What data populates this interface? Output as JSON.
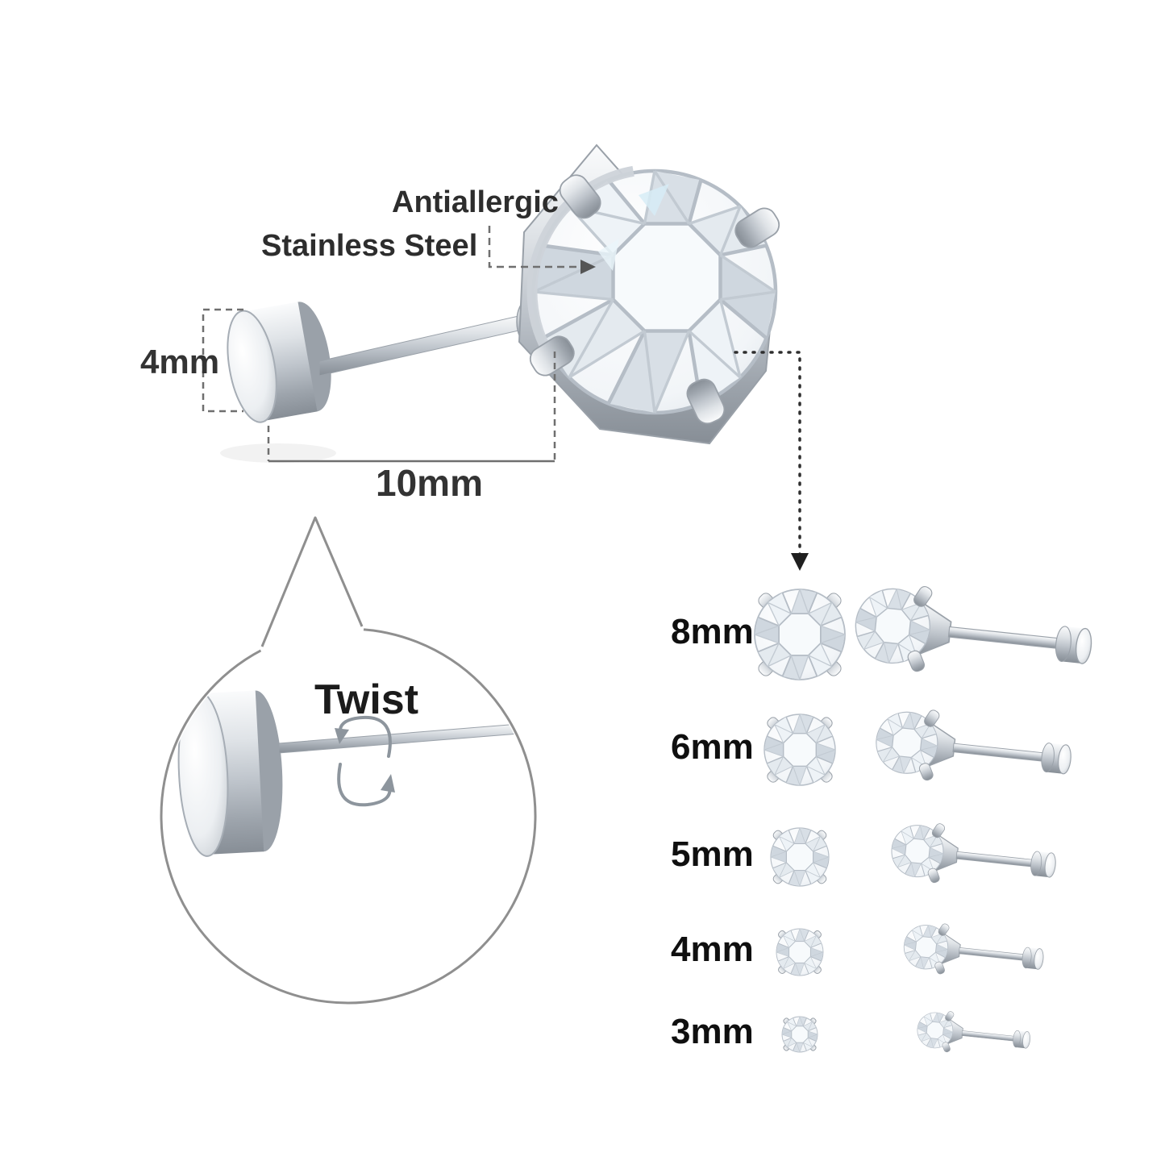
{
  "annotations": {
    "antiallergic": "Antiallergic",
    "stainless_steel": "Stainless Steel",
    "back_height": "4mm",
    "post_length": "10mm",
    "twist": "Twist"
  },
  "size_chart": {
    "rows": [
      {
        "label": "8mm"
      },
      {
        "label": "6mm"
      },
      {
        "label": "5mm"
      },
      {
        "label": "4mm"
      },
      {
        "label": "3mm"
      }
    ]
  },
  "colors": {
    "metal_light": "#fafbfc",
    "metal_mid": "#bfc5cc",
    "metal_dark": "#878e96",
    "outline": "#9aa1a9",
    "annotation_line": "#6f6f6f",
    "text": "#2d2d2d"
  }
}
